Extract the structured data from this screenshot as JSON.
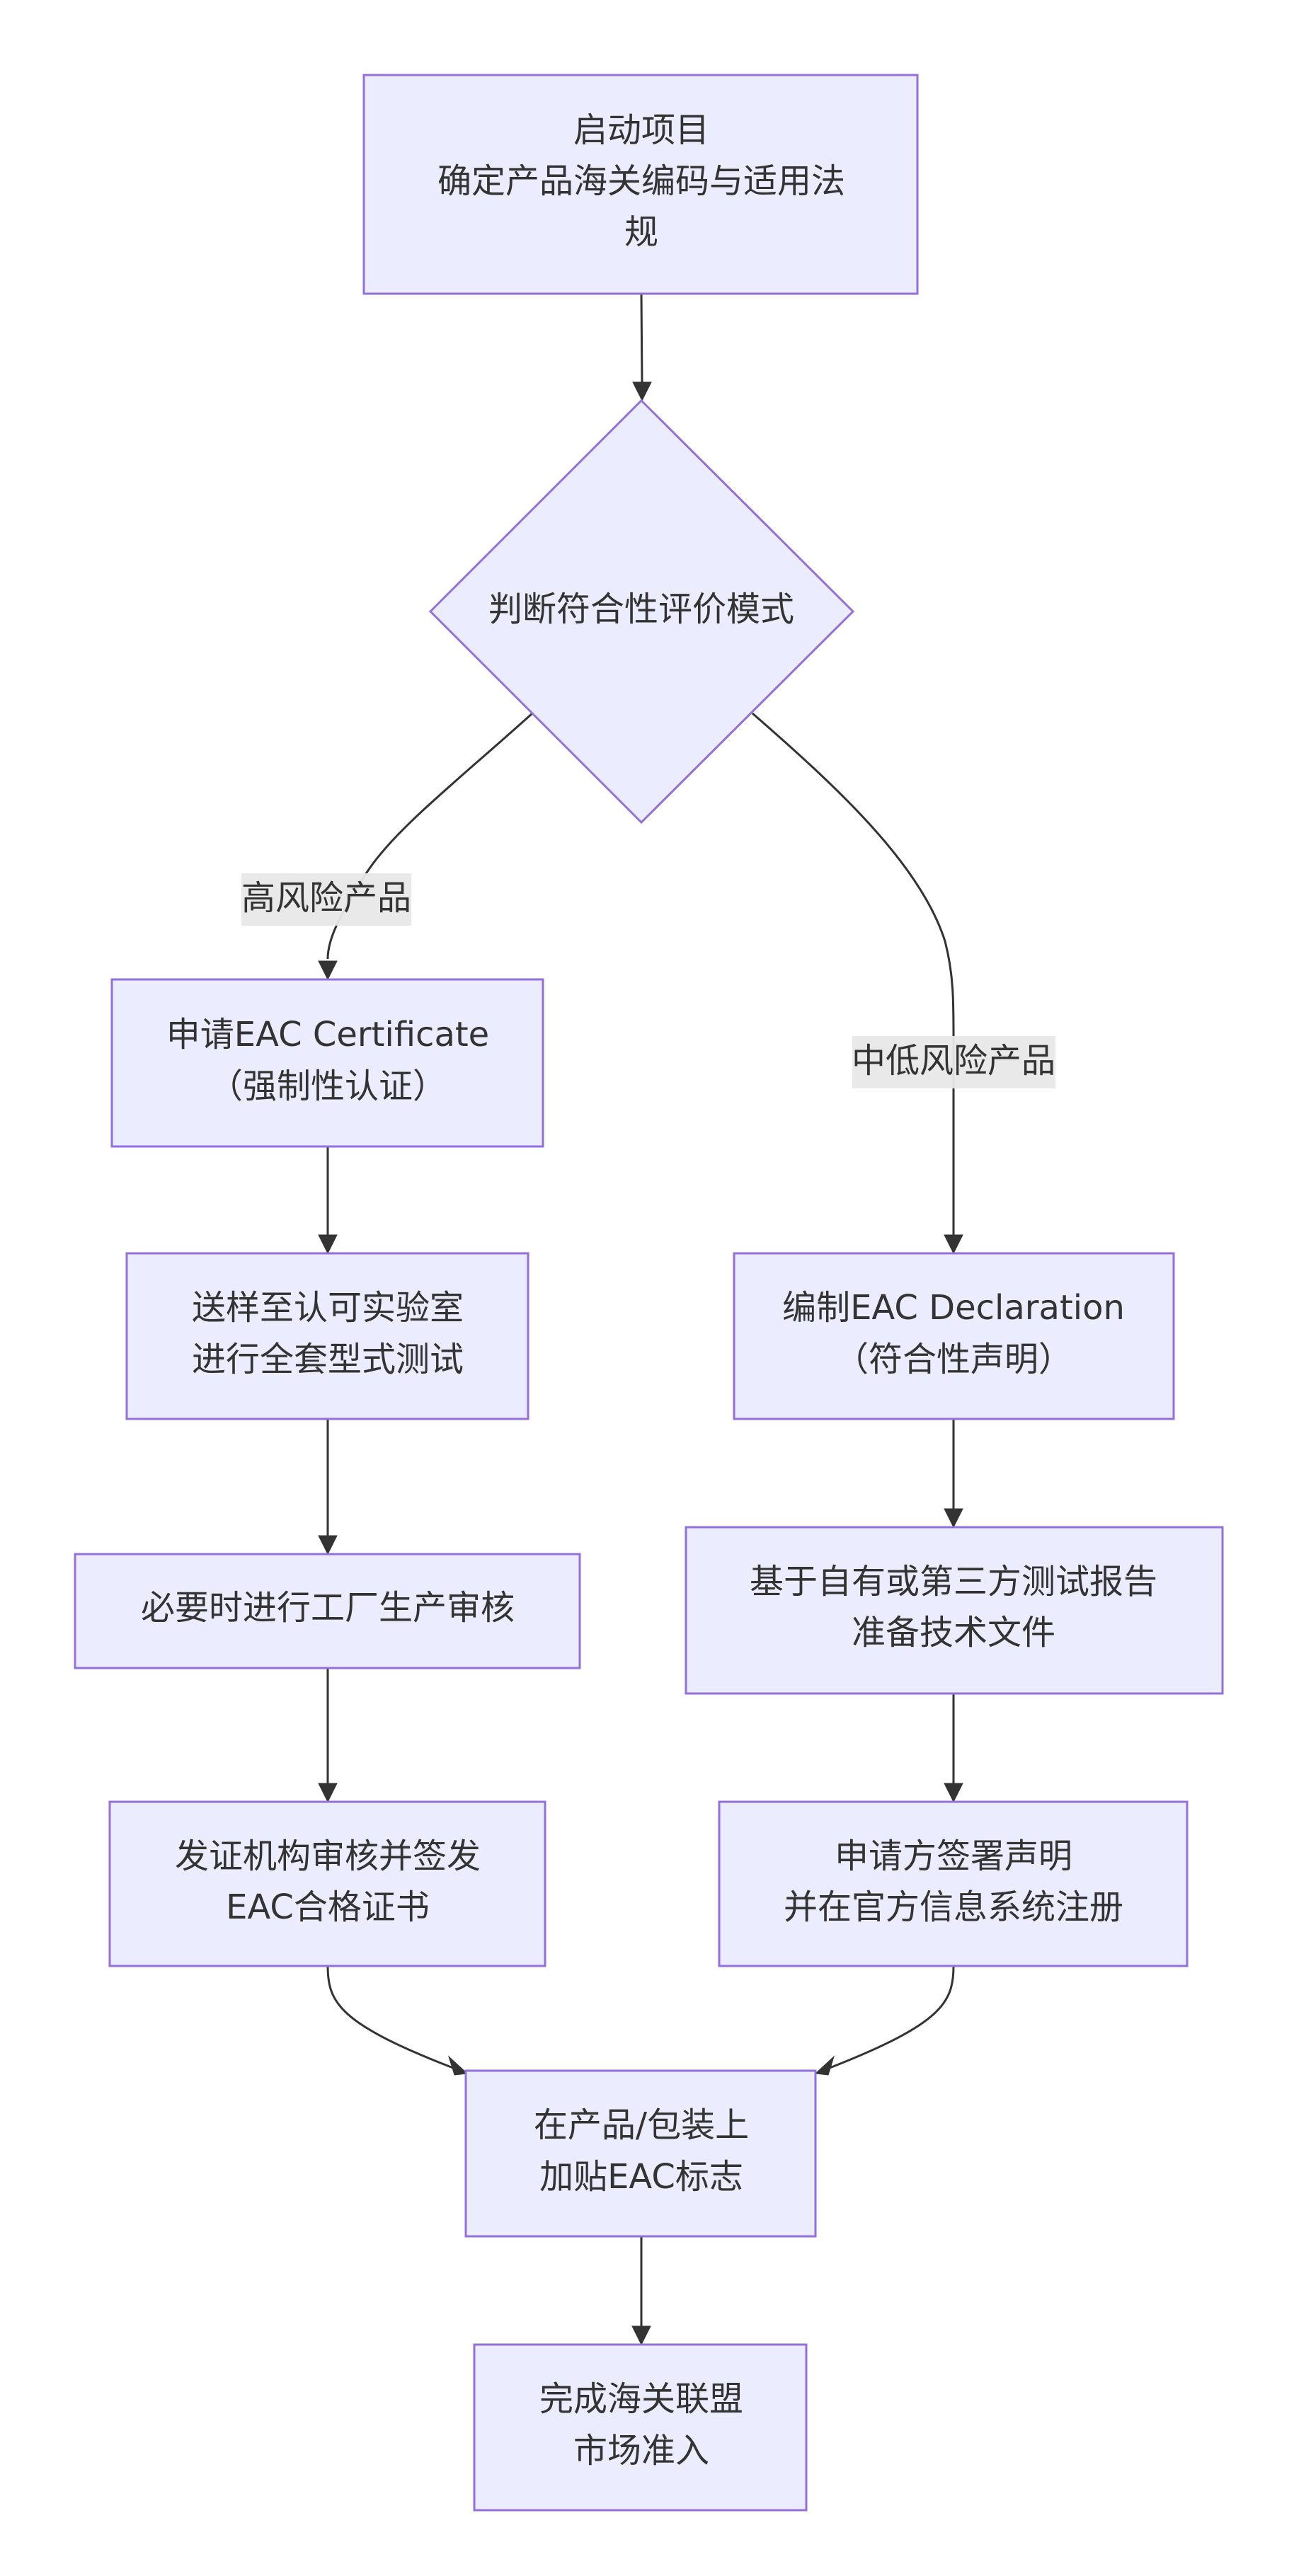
{
  "nodes": {
    "start": {
      "lines": [
        "启动项目",
        "确定产品海关编码与适用法",
        "规"
      ]
    },
    "decision": {
      "lines": [
        "判断符合性评价模式"
      ]
    },
    "cert_apply": {
      "lines": [
        "申请EAC Certificate",
        "（强制性认证）"
      ]
    },
    "sample_test": {
      "lines": [
        "送样至认可实验室",
        "进行全套型式测试"
      ]
    },
    "factory_audit": {
      "lines": [
        "必要时进行工厂生产审核"
      ]
    },
    "cert_issue": {
      "lines": [
        "发证机构审核并签发",
        "EAC合格证书"
      ]
    },
    "decl_prepare": {
      "lines": [
        "编制EAC Declaration",
        "（符合性声明）"
      ]
    },
    "tech_file": {
      "lines": [
        "基于自有或第三方测试报告",
        "准备技术文件"
      ]
    },
    "decl_register": {
      "lines": [
        "申请方签署声明",
        "并在官方信息系统注册"
      ]
    },
    "mark": {
      "lines": [
        "在产品/包装上",
        "加贴EAC标志"
      ]
    },
    "finish": {
      "lines": [
        "完成海关联盟",
        "市场准入"
      ]
    }
  },
  "edge_labels": {
    "high_risk": "高风险产品",
    "low_risk": "中低风险产品"
  },
  "colors": {
    "node_fill": "#ECECFF",
    "node_stroke": "#9370DB",
    "edge": "#333333",
    "label_bg": "#E8E8E8",
    "text": "#333333"
  }
}
